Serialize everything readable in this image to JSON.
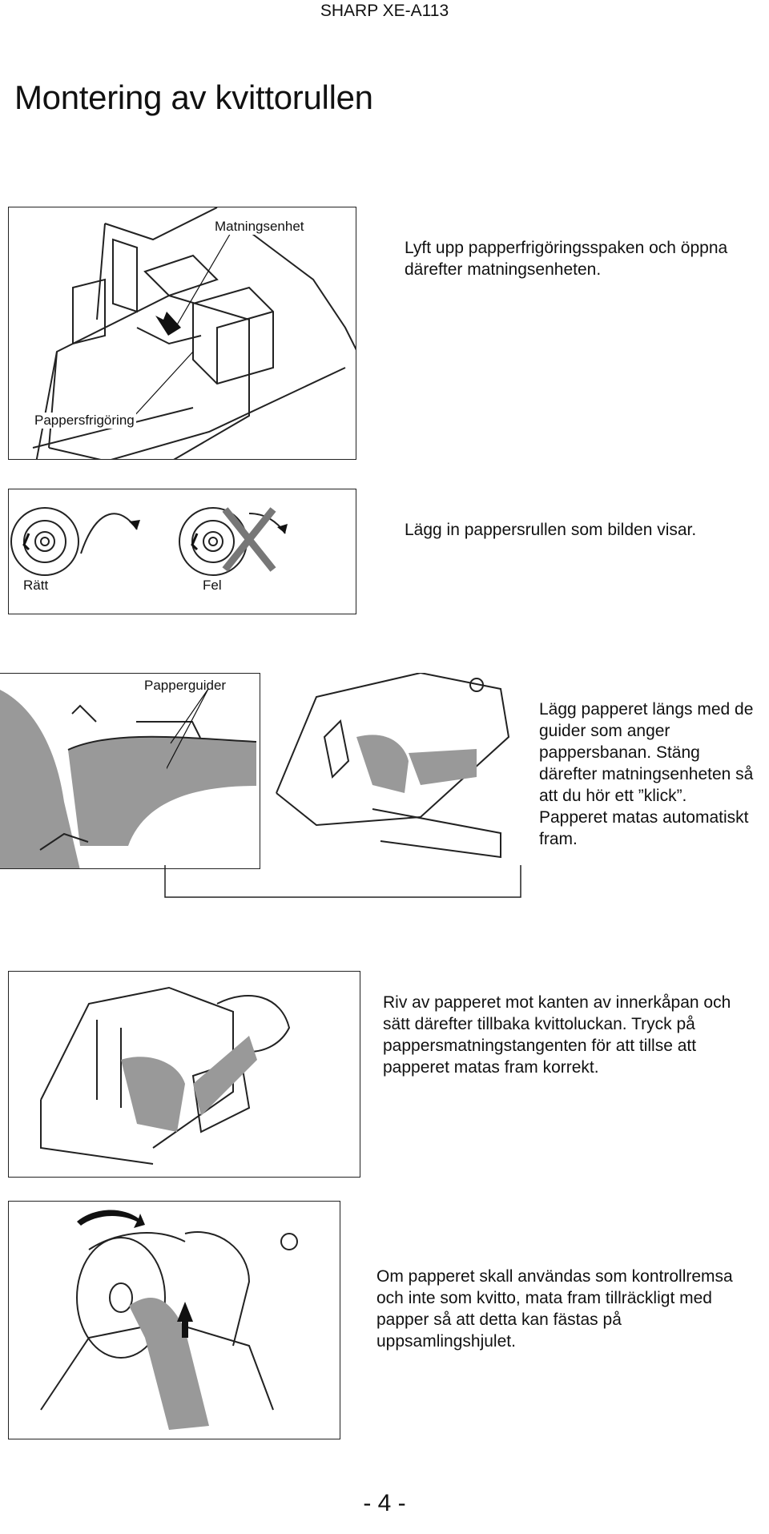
{
  "header": {
    "text": "SHARP XE-A113"
  },
  "title": "Montering av kvittorullen",
  "steps": [
    {
      "text": "Lyft upp papperfrigöringsspaken och öppna därefter matningsenheten.",
      "labels": {
        "feed_unit": "Matningsenhet",
        "paper_release": "Pappersfrigöring"
      }
    },
    {
      "text": "Lägg in pappersrullen som bilden visar.",
      "labels": {
        "correct": "Rätt",
        "wrong": "Fel"
      }
    },
    {
      "text": "Lägg papperet längs med de guider som anger pappersbanan. Stäng därefter matningsenheten så att du hör ett ”klick”. Papperet matas automatiskt fram.",
      "labels": {
        "paper_guides": "Papperguider"
      }
    },
    {
      "text": "Riv av papperet mot kanten av innerkåpan och sätt därefter tillbaka kvittoluckan. Tryck på pappersmatningstangenten för att tillse att papperet matas fram korrekt."
    },
    {
      "text": "Om papperet skall användas som kontrollremsa och inte som kvitto, mata fram tillräckligt med papper så att detta kan fästas på uppsamlingshjulet."
    }
  ],
  "footer": {
    "page_number": "- 4 -"
  }
}
